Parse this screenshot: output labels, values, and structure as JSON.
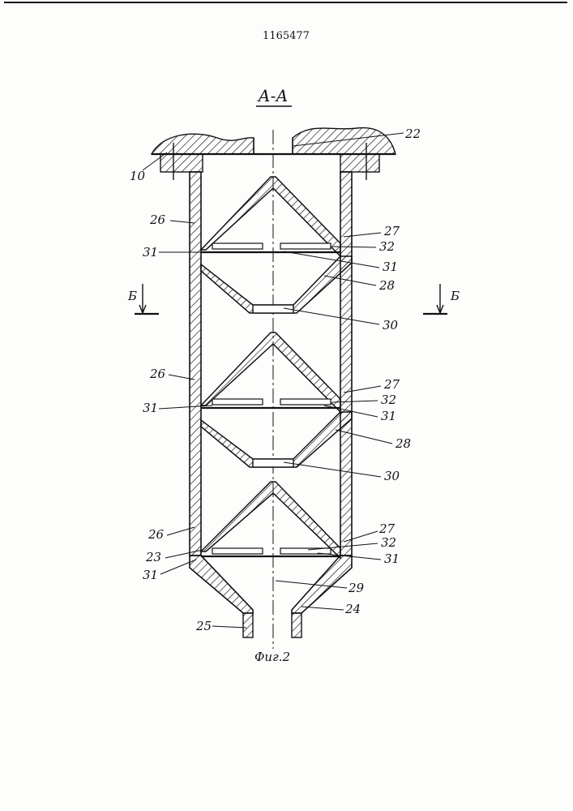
{
  "patent_number": "1165477",
  "section_title": "А-А",
  "caption": "Фиг.2",
  "section_marks": [
    "Б",
    "Б"
  ],
  "labels": {
    "l22": "22",
    "l10": "10",
    "l26a": "26",
    "l27a": "27",
    "l31a": "31",
    "l32a": "32",
    "l31b": "31",
    "l28a": "28",
    "l30a": "30",
    "l26b": "26",
    "l27b": "27",
    "l31c": "31",
    "l32b": "32",
    "l31d": "31",
    "l28b": "28",
    "l30b": "30",
    "l26c": "26",
    "l27c": "27",
    "l32c": "32",
    "l23": "23",
    "l31e": "31",
    "l31f": "31",
    "l29": "29",
    "l24": "24",
    "l25": "25"
  }
}
